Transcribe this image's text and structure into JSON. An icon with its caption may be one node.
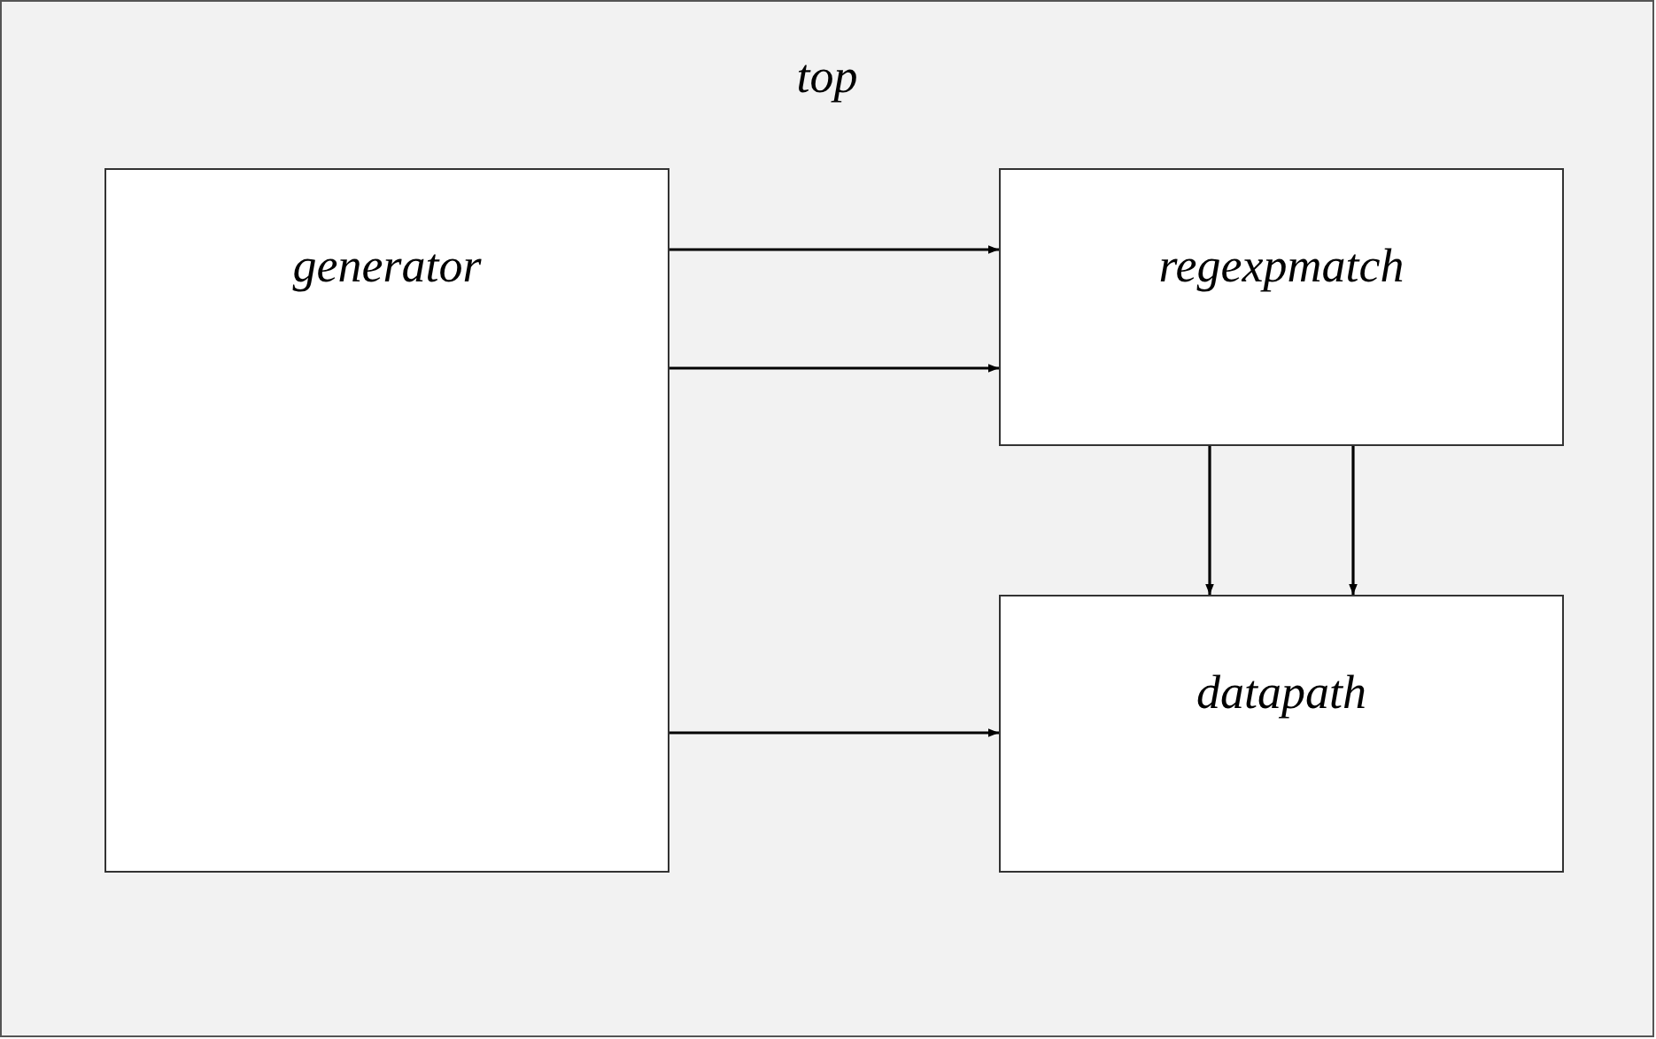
{
  "diagram": {
    "nodes": [
      {
        "text": [
          "top"
        ]
      },
      {
        "text": [
          "generator"
        ],
        "in": 0
      },
      {
        "text": [
          "regexpmatch"
        ],
        "in": 0
      },
      {
        "text": [
          "datapath"
        ],
        "in": 0
      }
    ],
    "edges": [
      {
        "from": 1,
        "to": 2,
        "arrow": "to"
      },
      {
        "from": 1,
        "to": 2,
        "arrow": "to"
      },
      {
        "from": 1,
        "to": 3,
        "arrow": "to"
      },
      {
        "from": 2,
        "to": 3,
        "arrow": "to"
      },
      {
        "from": 2,
        "to": 3,
        "arrow": "to"
      }
    ]
  }
}
